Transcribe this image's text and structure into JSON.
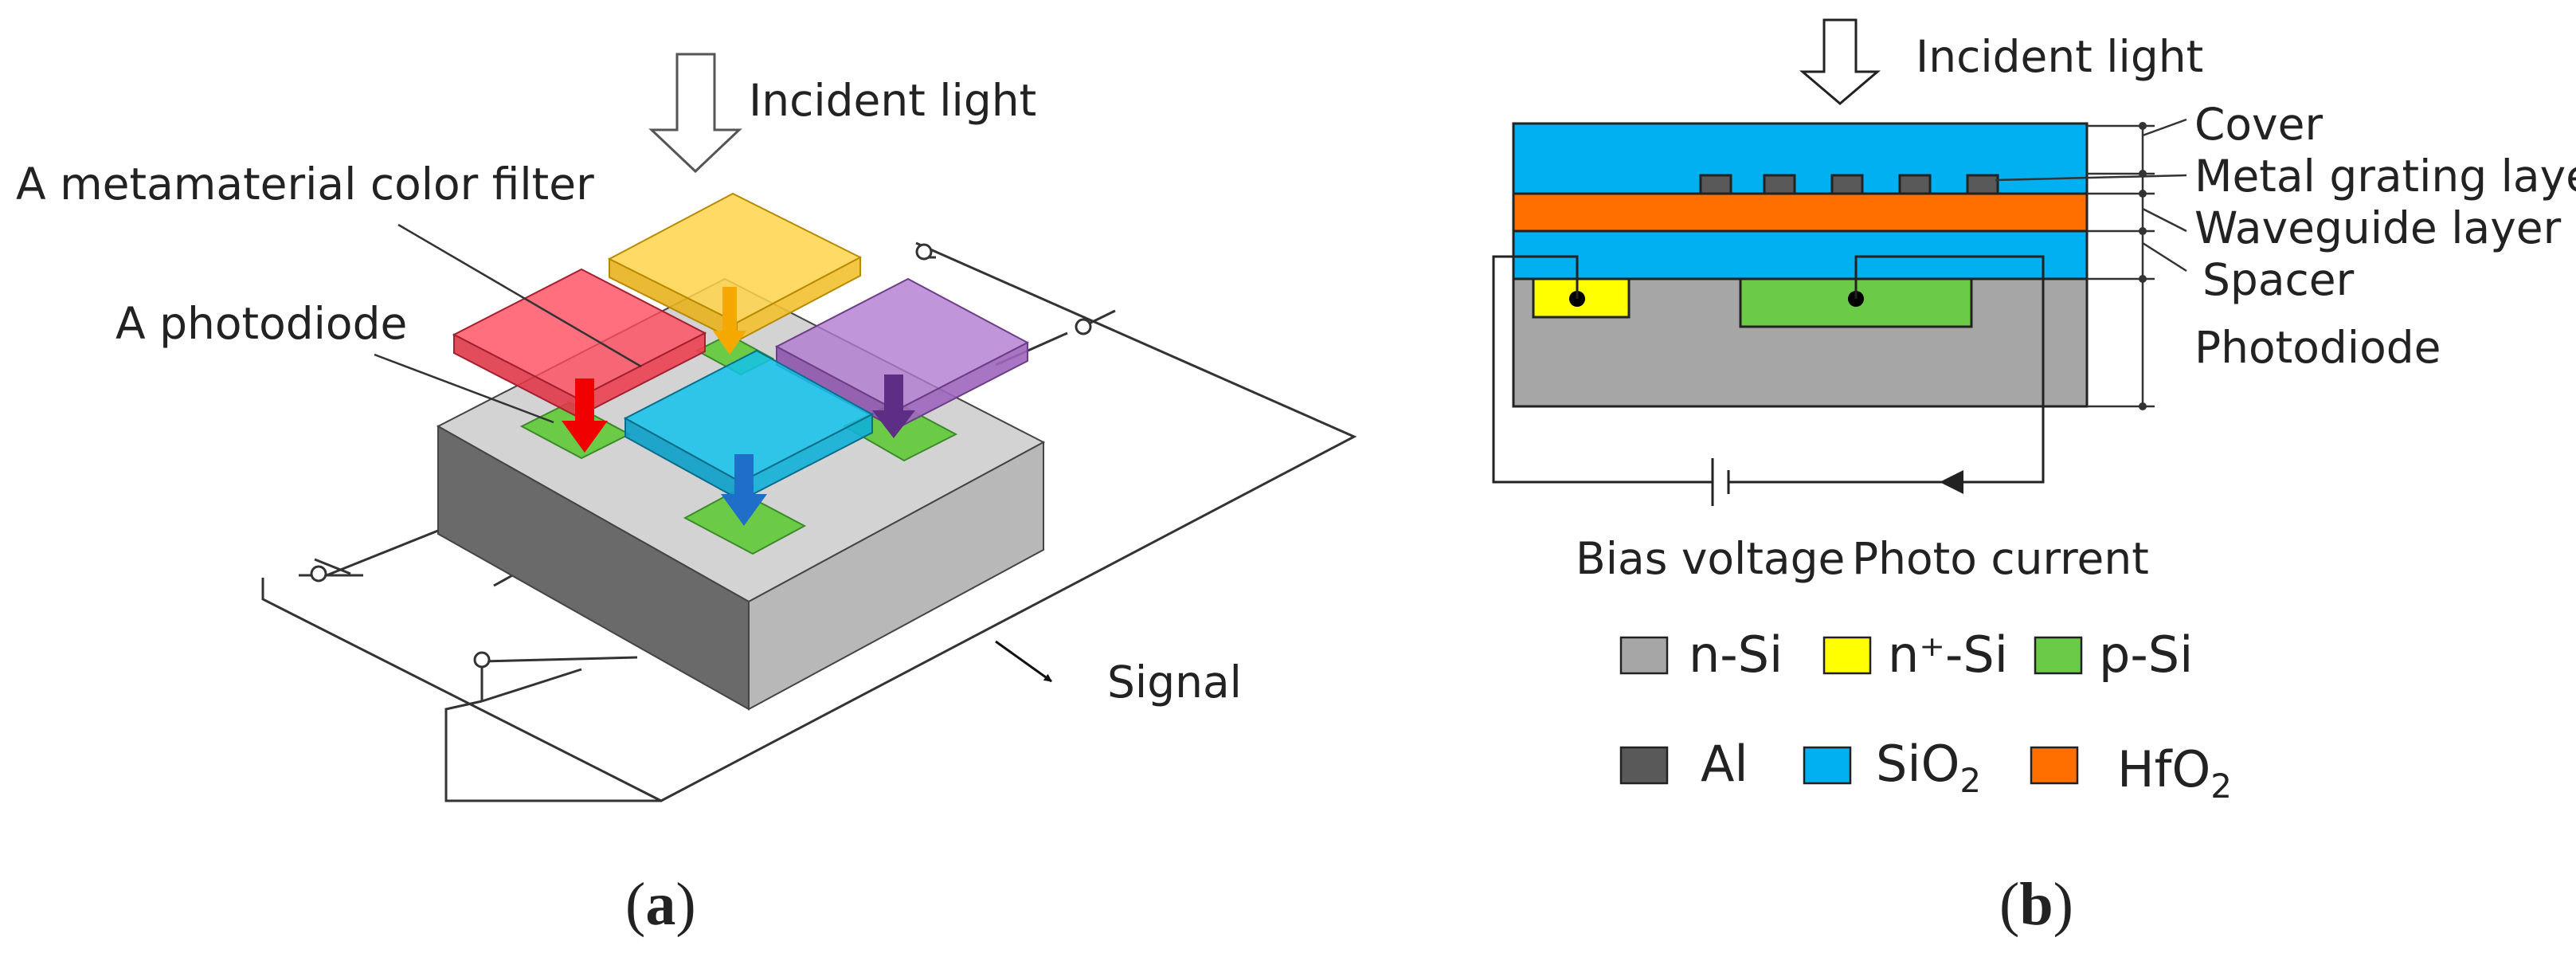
{
  "panel_a": {
    "caption_open": "(",
    "caption_letter": "a",
    "caption_close": ")",
    "labels": {
      "incident_light": "Incident light",
      "metamaterial_filter": "A metamaterial color filter",
      "photodiode": "A photodiode",
      "signal": "Signal"
    },
    "colors": {
      "yellow_filter": "#FFD54A",
      "red_filter": "#FF4B5C",
      "purple_filter": "#B27BD1",
      "cyan_filter": "#12C2EB",
      "photodiode_pad": "#6CCB46",
      "block_top": "#D3D3D3",
      "block_front": "#6A6A6A",
      "block_side": "#B8B8B8"
    }
  },
  "panel_b": {
    "caption_open": "(",
    "caption_letter": "b",
    "caption_close": ")",
    "labels": {
      "incident_light": "Incident light",
      "cover": "Cover",
      "metal_grating": "Metal grating layer",
      "waveguide": "Waveguide layer",
      "spacer": "Spacer",
      "photodiode": "Photodiode",
      "bias_voltage": "Bias voltage",
      "photo_current": "Photo current"
    },
    "legend": [
      {
        "name": "n-Si",
        "color": "#A6A6A6"
      },
      {
        "name": "n⁺-Si",
        "color": "#FFFF00"
      },
      {
        "name": "p-Si",
        "color": "#6CCB46"
      },
      {
        "name": "Al",
        "color": "#595959"
      },
      {
        "name": "SiO",
        "sub": "2",
        "color": "#00B0F0"
      },
      {
        "name": "HfO",
        "sub": "2",
        "color": "#FF6F00"
      }
    ]
  }
}
